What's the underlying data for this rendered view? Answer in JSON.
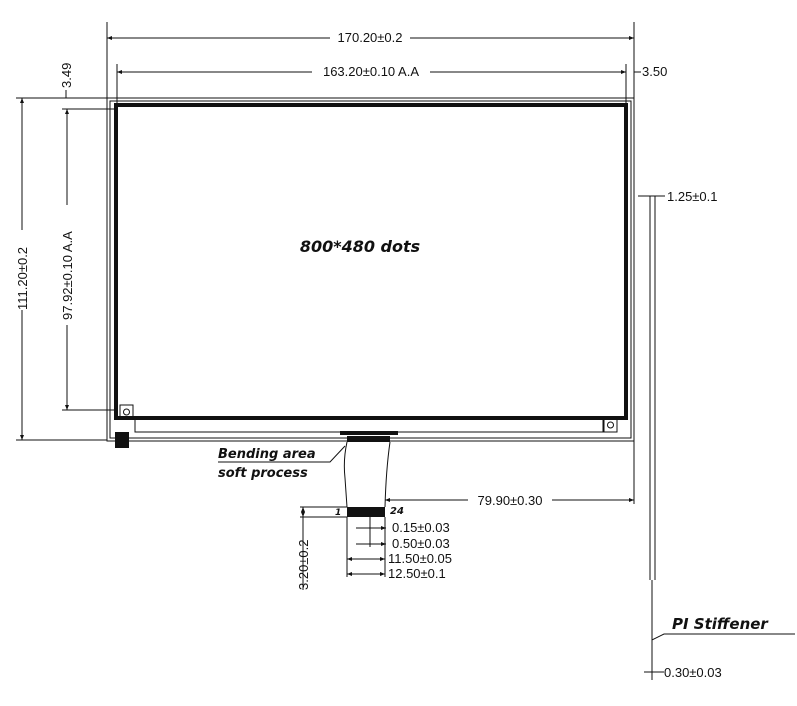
{
  "drawing": {
    "resolution_label": "800*480 dots",
    "dims": {
      "overall_width": "170.20±0.2",
      "active_width": "163.20±0.10 A.A",
      "right_margin": "3.50",
      "top_margin": "3.49",
      "overall_height": "111.20±0.2",
      "active_height": "97.92±0.10 A.A",
      "thickness": "1.25±0.1",
      "fpc_offset": "79.90±0.30",
      "pin_width": "0.15±0.03",
      "pin_pitch": "0.50±0.03",
      "pin_span": "11.50±0.05",
      "fpc_width": "12.50±0.1",
      "contact_length": "3.20±0.2",
      "stiffener_thickness": "0.30±0.03"
    },
    "notes": {
      "bending_line1": "Bending area",
      "bending_line2": "soft process",
      "stiffener": "PI Stiffener",
      "pin_first": "1",
      "pin_last": "24"
    }
  }
}
